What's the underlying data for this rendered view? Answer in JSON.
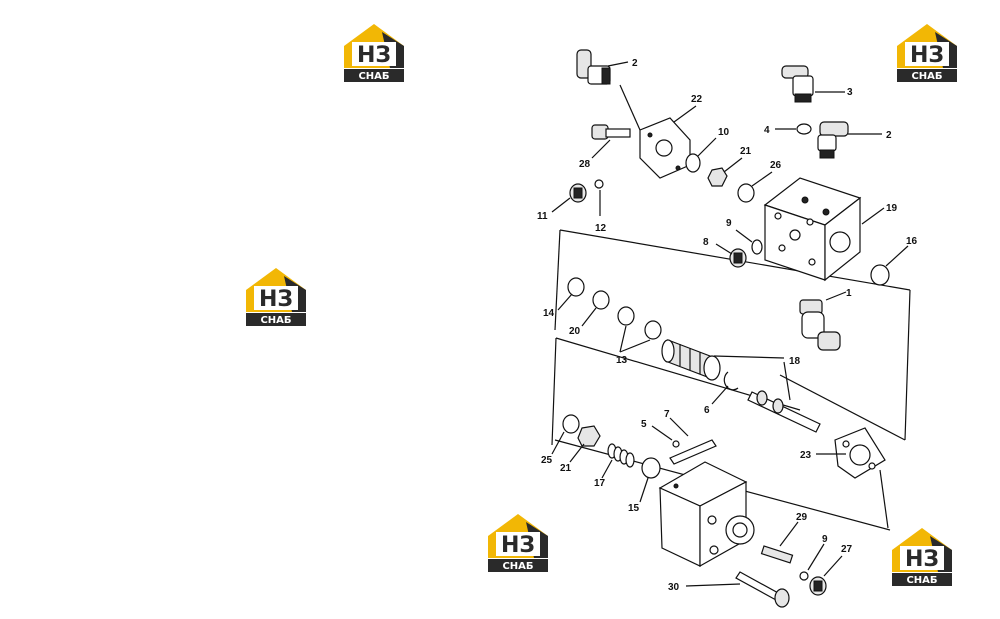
{
  "logo": {
    "letters": "НЗ",
    "word": "СНАБ",
    "colors": {
      "yellow": "#f2b705",
      "dark": "#2a2a2a",
      "white": "#ffffff"
    }
  },
  "callouts": [
    {
      "id": "2a",
      "label": "2"
    },
    {
      "id": "3",
      "label": "3"
    },
    {
      "id": "22",
      "label": "22"
    },
    {
      "id": "4",
      "label": "4"
    },
    {
      "id": "2b",
      "label": "2"
    },
    {
      "id": "10",
      "label": "10"
    },
    {
      "id": "21a",
      "label": "21"
    },
    {
      "id": "26",
      "label": "26"
    },
    {
      "id": "28",
      "label": "28"
    },
    {
      "id": "11",
      "label": "11"
    },
    {
      "id": "12",
      "label": "12"
    },
    {
      "id": "19",
      "label": "19"
    },
    {
      "id": "9a",
      "label": "9"
    },
    {
      "id": "8",
      "label": "8"
    },
    {
      "id": "16",
      "label": "16"
    },
    {
      "id": "1",
      "label": "1"
    },
    {
      "id": "14",
      "label": "14"
    },
    {
      "id": "20",
      "label": "20"
    },
    {
      "id": "13",
      "label": "13"
    },
    {
      "id": "18",
      "label": "18"
    },
    {
      "id": "6",
      "label": "6"
    },
    {
      "id": "7",
      "label": "7"
    },
    {
      "id": "5",
      "label": "5"
    },
    {
      "id": "23",
      "label": "23"
    },
    {
      "id": "25",
      "label": "25"
    },
    {
      "id": "21b",
      "label": "21"
    },
    {
      "id": "17",
      "label": "17"
    },
    {
      "id": "15",
      "label": "15"
    },
    {
      "id": "29",
      "label": "29"
    },
    {
      "id": "9b",
      "label": "9"
    },
    {
      "id": "27",
      "label": "27"
    },
    {
      "id": "30",
      "label": "30"
    }
  ]
}
